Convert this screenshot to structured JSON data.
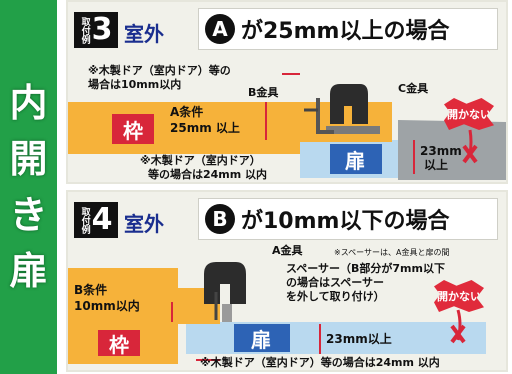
{
  "sidebar": {
    "title_chars": [
      "内",
      "開",
      "き",
      "扉"
    ]
  },
  "colors": {
    "green": "#22a048",
    "frame": "#f6b23a",
    "frame_label": "#d8263a",
    "door": "#b9d9ef",
    "door_label": "#2d63b5",
    "warning": "#e02b3b",
    "location": "#1a2e8f"
  },
  "example3": {
    "tag_word": "取付例",
    "tag_num": "3",
    "location": "室外",
    "badge": "A",
    "heading": "が25mm以上の場合",
    "note_wood_top_line1": "※木製ドア（室内ドア）等の",
    "note_wood_top_line2": "場合は10mm以内",
    "b_bracket": "B金具",
    "c_bracket": "C金具",
    "condition_label": "A条件",
    "condition_value": "25mm 以上",
    "frame": "枠",
    "note_wood_bottom_line1": "※木製ドア（室内ドア）",
    "note_wood_bottom_line2": "等の場合は24mm 以内",
    "door": "扉",
    "dim_line1": "23mm",
    "dim_line2": "以上",
    "no_open": "開かない"
  },
  "example4": {
    "tag_word": "取付例",
    "tag_num": "4",
    "location": "室外",
    "badge": "B",
    "heading": "が10mm以下の場合",
    "a_bracket": "A金具",
    "spacer_note": "※スペーサーは、A金具と扉の間",
    "spacer_line1": "スペーサー（B部分が7mm以下",
    "spacer_line2": "の場合はスペーサー",
    "spacer_line3": "を外して取り付け）",
    "condition_label": "B条件",
    "condition_value": "10mm以内",
    "frame": "枠",
    "door": "扉",
    "dim": "23mm以上",
    "no_open": "開かない",
    "note_wood_bottom": "※木製ドア（室内ドア）等の場合は24mm 以内"
  }
}
